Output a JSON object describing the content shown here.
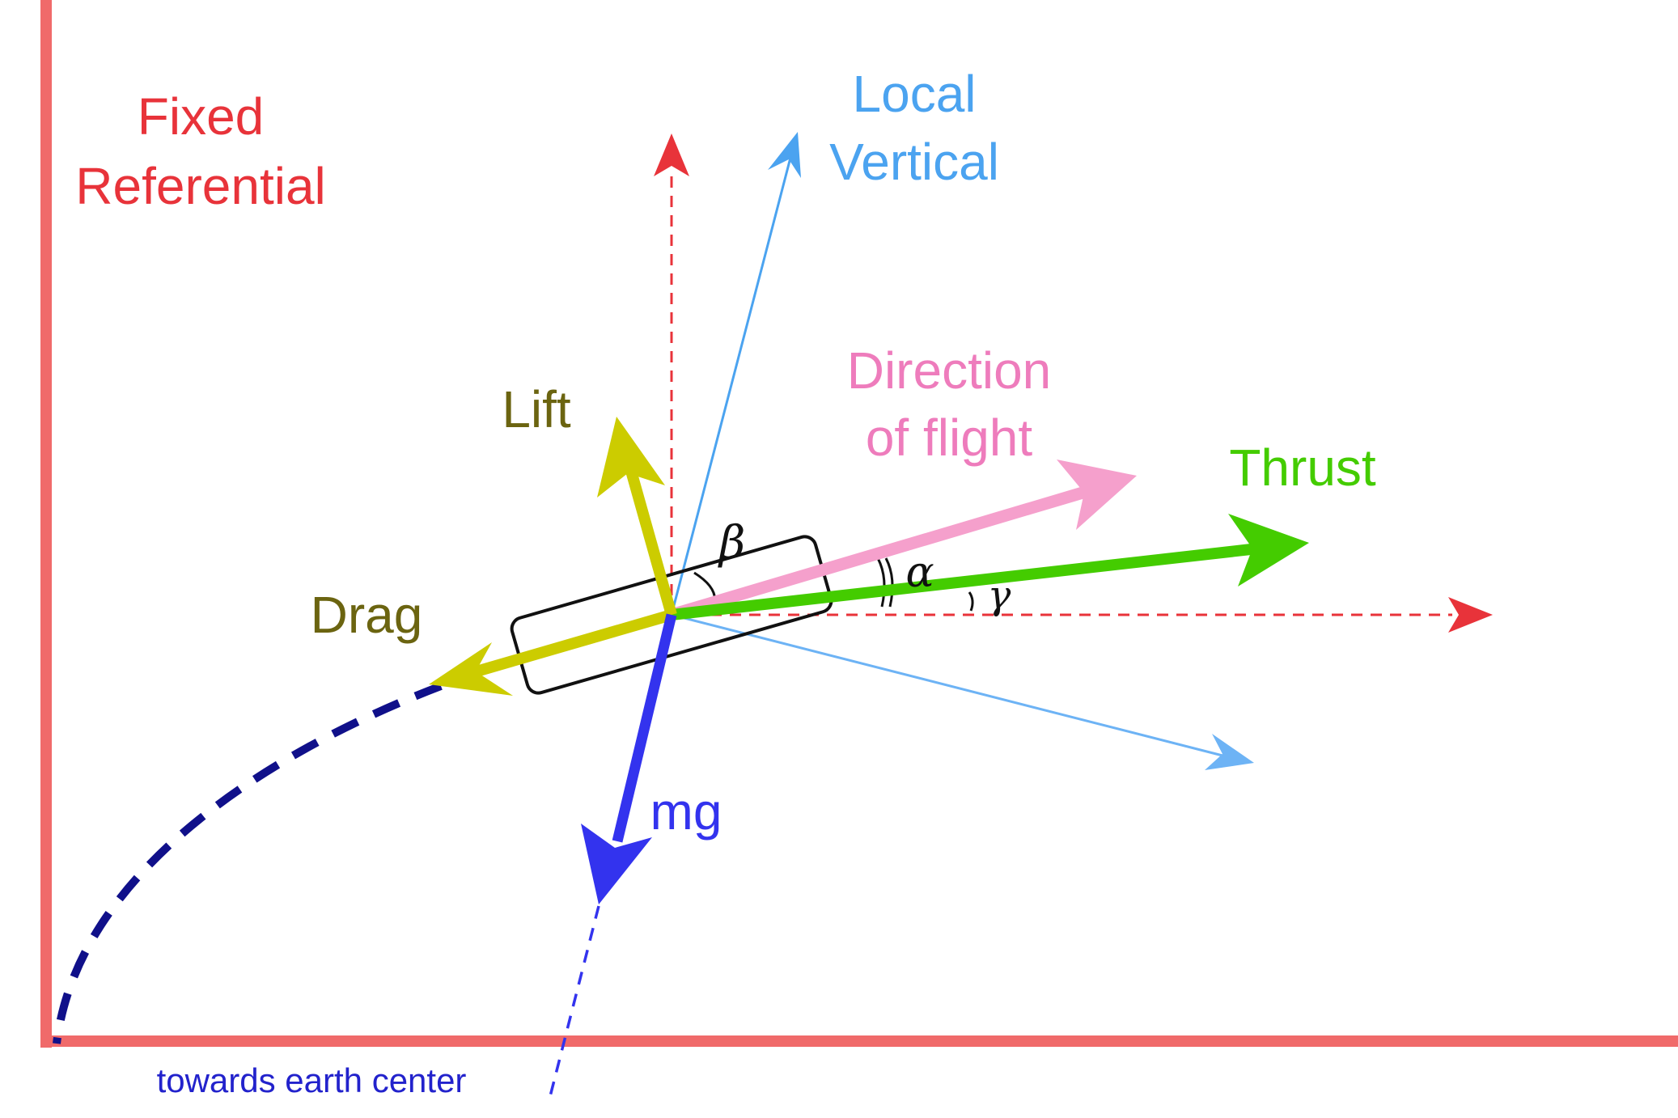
{
  "labels": {
    "fixed_referential_line1": "Fixed",
    "fixed_referential_line2": "Referential",
    "local_vertical_line1": "Local",
    "local_vertical_line2": "Vertical",
    "direction_line1": "Direction",
    "direction_line2": "of flight",
    "thrust": "Thrust",
    "lift": "Lift",
    "drag": "Drag",
    "mg": "mg",
    "earth_center": "towards earth center",
    "beta": "β",
    "alpha": "α",
    "gamma": "γ"
  },
  "colors": {
    "frame": "#f06a6a",
    "fixed_axes": "#e8333a",
    "local_frame": "#4ba3f0",
    "direction": "#f5a0cc",
    "thrust": "#44cc00",
    "lift_drag": "#cccc00",
    "lift_drag_label": "#6b6410",
    "weight": "#3333ee",
    "trajectory": "#10108a",
    "body": "#111111"
  }
}
